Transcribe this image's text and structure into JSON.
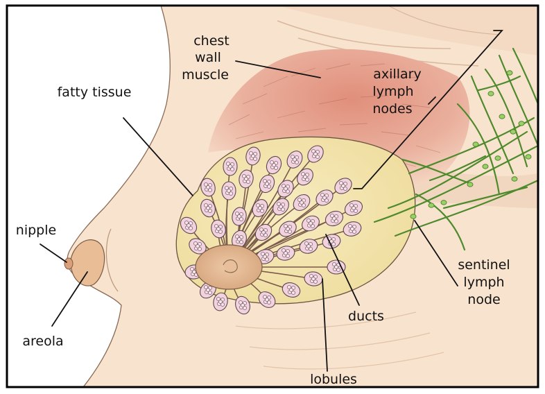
{
  "diagram": {
    "labels": {
      "chest_wall_muscle": [
        "chest",
        "wall",
        "muscle"
      ],
      "fatty_tissue": "fatty tissue",
      "axillary_lymph_nodes": [
        "axillary",
        "lymph",
        "nodes"
      ],
      "nipple": "nipple",
      "areola": "areola",
      "sentinel_lymph_node": [
        "sentinel",
        "lymph",
        "node"
      ],
      "ducts": "ducts",
      "lobules": "lobules"
    },
    "colors": {
      "skin": "#f8e3cf",
      "skin_shadow": "#eccdb0",
      "muscle": "#e59a86",
      "fat": "#f5e7b2",
      "lobule_fill": "#f2d2dc",
      "lobule_stroke": "#5a4652",
      "areola": "#dcae86",
      "lymph": "#4e8a2c",
      "node": "#9cce6a",
      "frame": "#000000"
    }
  }
}
